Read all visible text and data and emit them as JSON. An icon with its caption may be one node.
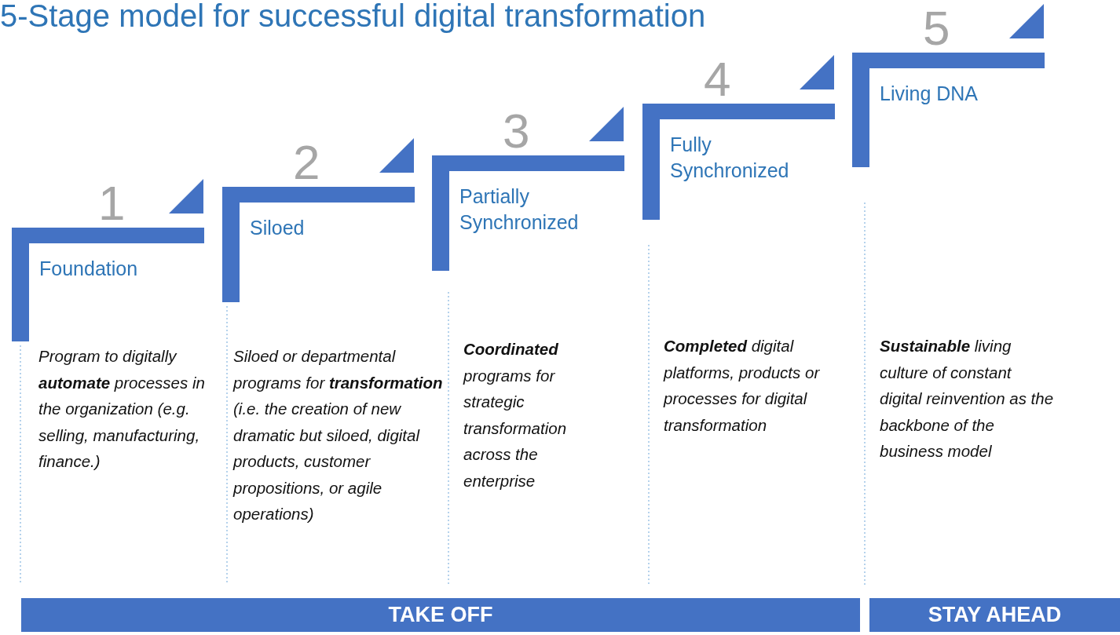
{
  "diagram": {
    "title": "5-Stage model for successful digital transformation",
    "nodes": [
      {
        "text": [
          "Foundation"
        ],
        "beside": [
          "1"
        ]
      },
      {
        "text": [
          "Siloed"
        ],
        "beside": [
          "2"
        ]
      },
      {
        "text": [
          "Partially Synchronized"
        ],
        "beside": [
          "3"
        ]
      },
      {
        "text": [
          "Fully Synchronized"
        ],
        "beside": [
          "4"
        ]
      },
      {
        "text": [
          "Living DNA"
        ],
        "beside": [
          "5"
        ]
      },
      {
        "text": [
          "TAKE OFF"
        ]
      },
      {
        "text": [
          "STAY AHEAD"
        ]
      }
    ],
    "labels": [
      "Program to digitally **automate** processes in the organization (e.g. selling, manufacturing, finance.)",
      "Siloed or departmental programs for **transformation** (i.e. the creation of new dramatic but siloed, digital products, customer propositions, or agile operations)",
      "**Coordinated** programs for strategic transformation across the enterprise",
      "**Completed** digital platforms, products or processes for digital transformation",
      "**Sustainable** living culture of constant digital reinvention as the backbone of the business model"
    ]
  }
}
